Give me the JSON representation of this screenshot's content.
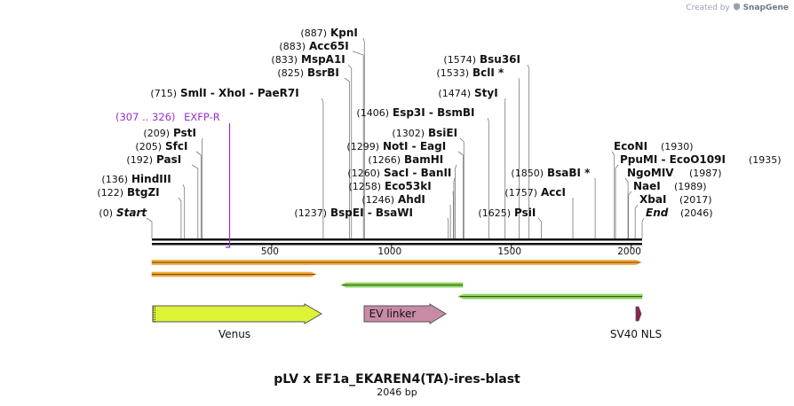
{
  "credit": {
    "prefix": "Created by",
    "brand": "SnapGene"
  },
  "plasmid": {
    "name": "pLV x EF1a_EKAREN4(TA)-ires-blast",
    "length_label": "2046 bp",
    "length_bp": 2046
  },
  "ticks": [
    {
      "bp": 500,
      "label": "500"
    },
    {
      "bp": 1000,
      "label": "1000"
    },
    {
      "bp": 1500,
      "label": "1500"
    },
    {
      "bp": 2000,
      "label": "2000"
    }
  ],
  "sites_left": [
    {
      "pos": "(0)",
      "name": "Start",
      "italic": true,
      "bp": 0
    },
    {
      "pos": "(122)",
      "name": "BtgZI",
      "bp": 122
    },
    {
      "pos": "(136)",
      "name": "HindIII",
      "bp": 136
    },
    {
      "pos": "(192)",
      "name": "PasI",
      "bp": 192
    },
    {
      "pos": "(205)",
      "name": "SfcI",
      "bp": 205
    },
    {
      "pos": "(209)",
      "name": "PstI",
      "bp": 209
    },
    {
      "pos": "(715)",
      "name": "SmlI  -  XhoI  -  PaeR7I",
      "bp": 715
    },
    {
      "pos": "(825)",
      "name": "BsrBI",
      "bp": 825
    },
    {
      "pos": "(833)",
      "name": "MspA1I",
      "bp": 833
    },
    {
      "pos": "(883)",
      "name": "Acc65I",
      "bp": 883
    },
    {
      "pos": "(887)",
      "name": "KpnI",
      "bp": 887
    },
    {
      "pos": "(1237)",
      "name": "BspEI  -  BsaWI",
      "bp": 1237
    },
    {
      "pos": "(1246)",
      "name": "AhdI",
      "bp": 1246
    },
    {
      "pos": "(1258)",
      "name": "Eco53kI",
      "bp": 1258
    },
    {
      "pos": "(1260)",
      "name": "SacI  -  BanII",
      "bp": 1260
    },
    {
      "pos": "(1266)",
      "name": "BamHI",
      "bp": 1266
    },
    {
      "pos": "(1299)",
      "name": "NotI  -  EagI",
      "bp": 1299
    },
    {
      "pos": "(1302)",
      "name": "BsiEI",
      "bp": 1302
    },
    {
      "pos": "(1406)",
      "name": "Esp3I  -  BsmBI",
      "bp": 1406
    },
    {
      "pos": "(1474)",
      "name": "StyI",
      "bp": 1474
    },
    {
      "pos": "(1533)",
      "name": "BclI *",
      "bp": 1533
    },
    {
      "pos": "(1574)",
      "name": "Bsu36I",
      "bp": 1574
    },
    {
      "pos": "(1625)",
      "name": "PsiI",
      "bp": 1625
    },
    {
      "pos": "(1757)",
      "name": "AccI",
      "bp": 1757
    },
    {
      "pos": "(1850)",
      "name": "BsaBI *",
      "bp": 1850
    }
  ],
  "sites_right": [
    {
      "name": "EcoNI",
      "pos": "(1930)",
      "bp": 1930
    },
    {
      "name": "PpuMI  -  EcoO109I",
      "pos": "(1935)",
      "bp": 1935
    },
    {
      "name": "NgoMIV",
      "pos": "(1987)",
      "bp": 1987
    },
    {
      "name": "NaeI",
      "pos": "(1989)",
      "bp": 1989
    },
    {
      "name": "XbaI",
      "pos": "(2017)",
      "bp": 2017
    },
    {
      "name": "End",
      "pos": "(2046)",
      "italic": true,
      "bp": 2046
    }
  ],
  "primer": {
    "pos": "(307 .. 326)",
    "name": "EXFP-R",
    "color": "#9b30c8"
  },
  "features": [
    {
      "name": "Venus",
      "label": "Venus",
      "color": "#ddf335"
    },
    {
      "name": "EV linker",
      "label": "EV linker",
      "color": "#c98aa6"
    },
    {
      "name": "SV40 NLS",
      "label": "SV40 NLS",
      "color": "#8b2252"
    }
  ],
  "colors": {
    "orf": "#f4a93a",
    "orf_rev": "#8fd65a",
    "primer": "#9b30c8"
  }
}
